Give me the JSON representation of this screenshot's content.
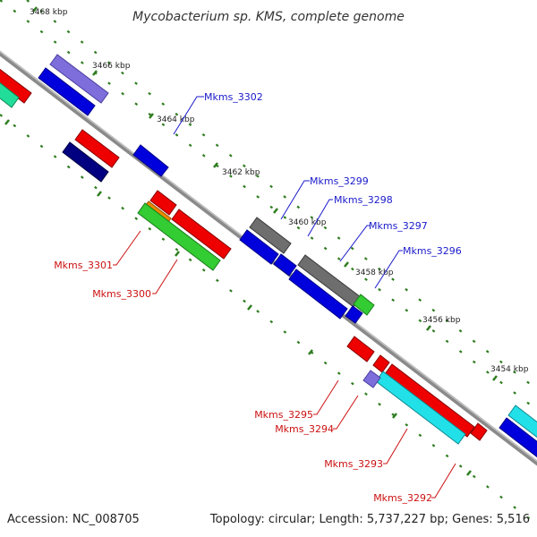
{
  "title": "Mycobacterium sp. KMS, complete genome",
  "footer": {
    "accession": "Accession: NC_008705",
    "topology": "Topology: circular; Length: 5,737,227 bp; Genes: 5,516"
  },
  "ticks": [
    "3468 kbp",
    "3466 kbp",
    "3464 kbp",
    "3462 kbp",
    "3460 kbp",
    "3458 kbp",
    "3456 kbp",
    "3454 kbp"
  ],
  "gene_labels_forward": [
    "Mkms_3302",
    "Mkms_3299",
    "Mkms_3298",
    "Mkms_3297",
    "Mkms_3296"
  ],
  "gene_labels_reverse": [
    "Mkms_3301",
    "Mkms_3300",
    "Mkms_3295",
    "Mkms_3294",
    "Mkms_3293",
    "Mkms_3292"
  ],
  "colors": {
    "forward_label": "#1a1acc",
    "reverse_label": "#cc1111",
    "backbone": "#8a8a8a",
    "tick_dash": "#2e7d1f",
    "blue": "#0000dd",
    "red": "#ee0000",
    "gray": "#6e6e6e",
    "green": "#33cc33",
    "cyan": "#22e0e8",
    "navy": "#000080",
    "purple": "#7e6edb",
    "orange": "#ee8800",
    "teal": "#22dd99"
  }
}
